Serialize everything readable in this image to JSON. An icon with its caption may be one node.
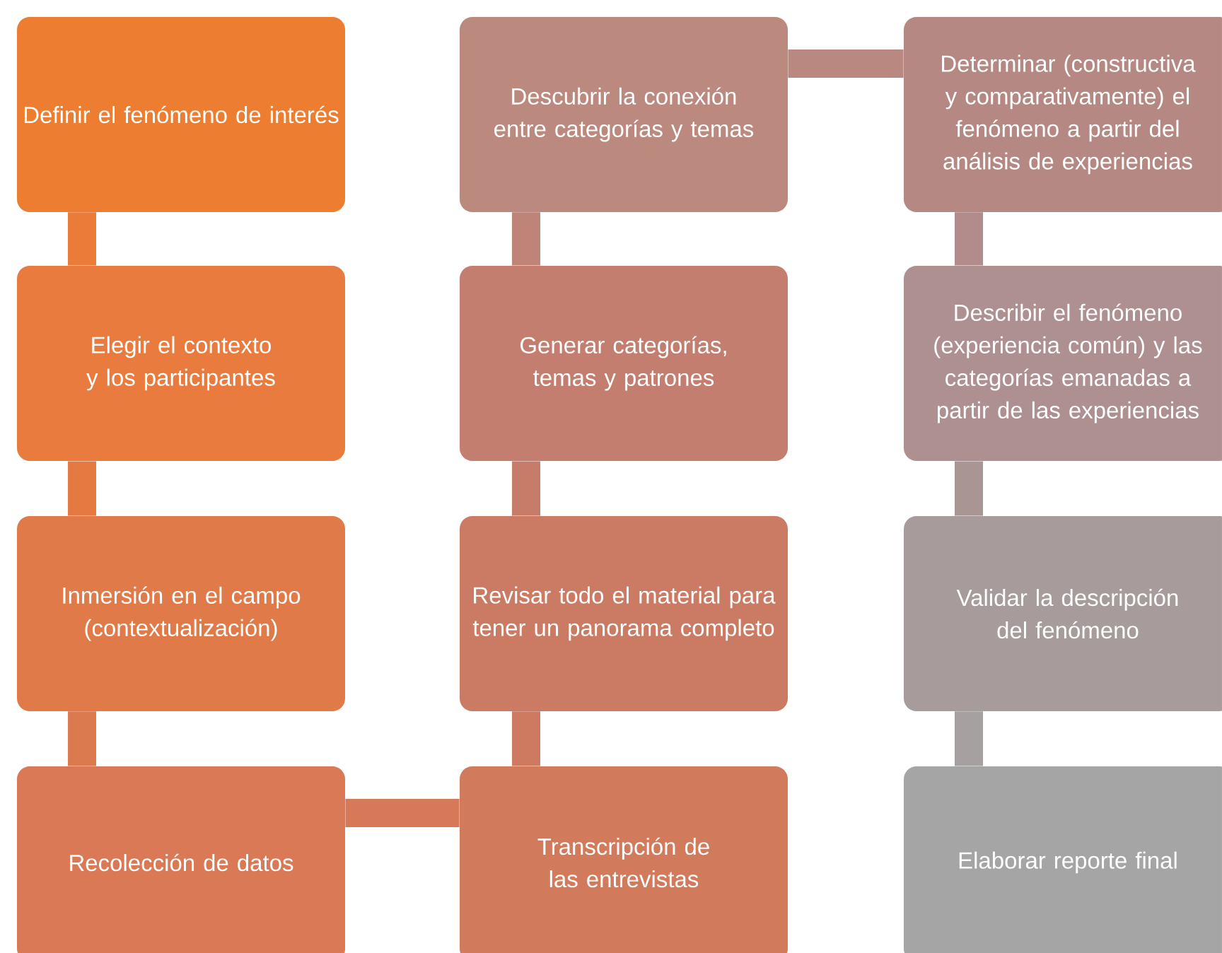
{
  "diagram": {
    "nodes": [
      {
        "text": [
          "Definir el fenómeno de interés"
        ]
      },
      {
        "text": [
          "Elegir el contexto y los participantes"
        ]
      },
      {
        "text": [
          "Inmersión en el campo (contextualización)"
        ]
      },
      {
        "text": [
          "Recolección de datos"
        ]
      },
      {
        "text": [
          "Transcripción de las entrevistas"
        ]
      },
      {
        "text": [
          "Revisar todo el material para tener un panorama completo"
        ]
      },
      {
        "text": [
          "Generar categorías, temas y patrones"
        ]
      },
      {
        "text": [
          "Descubrir la conexión entre categorías y temas"
        ]
      },
      {
        "text": [
          "Determinar (constructiva y comparativamente) el fenómeno a partir del análisis de experiencias"
        ]
      },
      {
        "text": [
          "Describir el fenómeno (experiencia común) y las categorías emanadas a partir de las experiencias"
        ]
      },
      {
        "text": [
          "Validar la descripción del fenómeno"
        ]
      },
      {
        "text": [
          "Elaborar reporte final"
        ]
      }
    ],
    "edges": [
      {
        "from": 0,
        "to": 1,
        "arrow": "none",
        "color": "#ea7b38"
      },
      {
        "from": 1,
        "to": 2,
        "arrow": "none",
        "color": "#e47a42"
      },
      {
        "from": 2,
        "to": 3,
        "arrow": "none",
        "color": "#dc7a4f"
      },
      {
        "from": 3,
        "to": 4,
        "arrow": "none",
        "color": "#d67958"
      },
      {
        "from": 4,
        "to": 5,
        "arrow": "none",
        "color": "#ce7a60"
      },
      {
        "from": 5,
        "to": 6,
        "arrow": "none",
        "color": "#c77c6a"
      },
      {
        "from": 6,
        "to": 7,
        "arrow": "none",
        "color": "#c08377"
      },
      {
        "from": 7,
        "to": 8,
        "arrow": "none",
        "color": "#b88881"
      },
      {
        "from": 8,
        "to": 9,
        "arrow": "none",
        "color": "#b28c8a"
      },
      {
        "from": 9,
        "to": 10,
        "arrow": "none",
        "color": "#aa9595"
      },
      {
        "from": 10,
        "to": 11,
        "arrow": "none",
        "color": "#a6a0a0"
      }
    ]
  }
}
